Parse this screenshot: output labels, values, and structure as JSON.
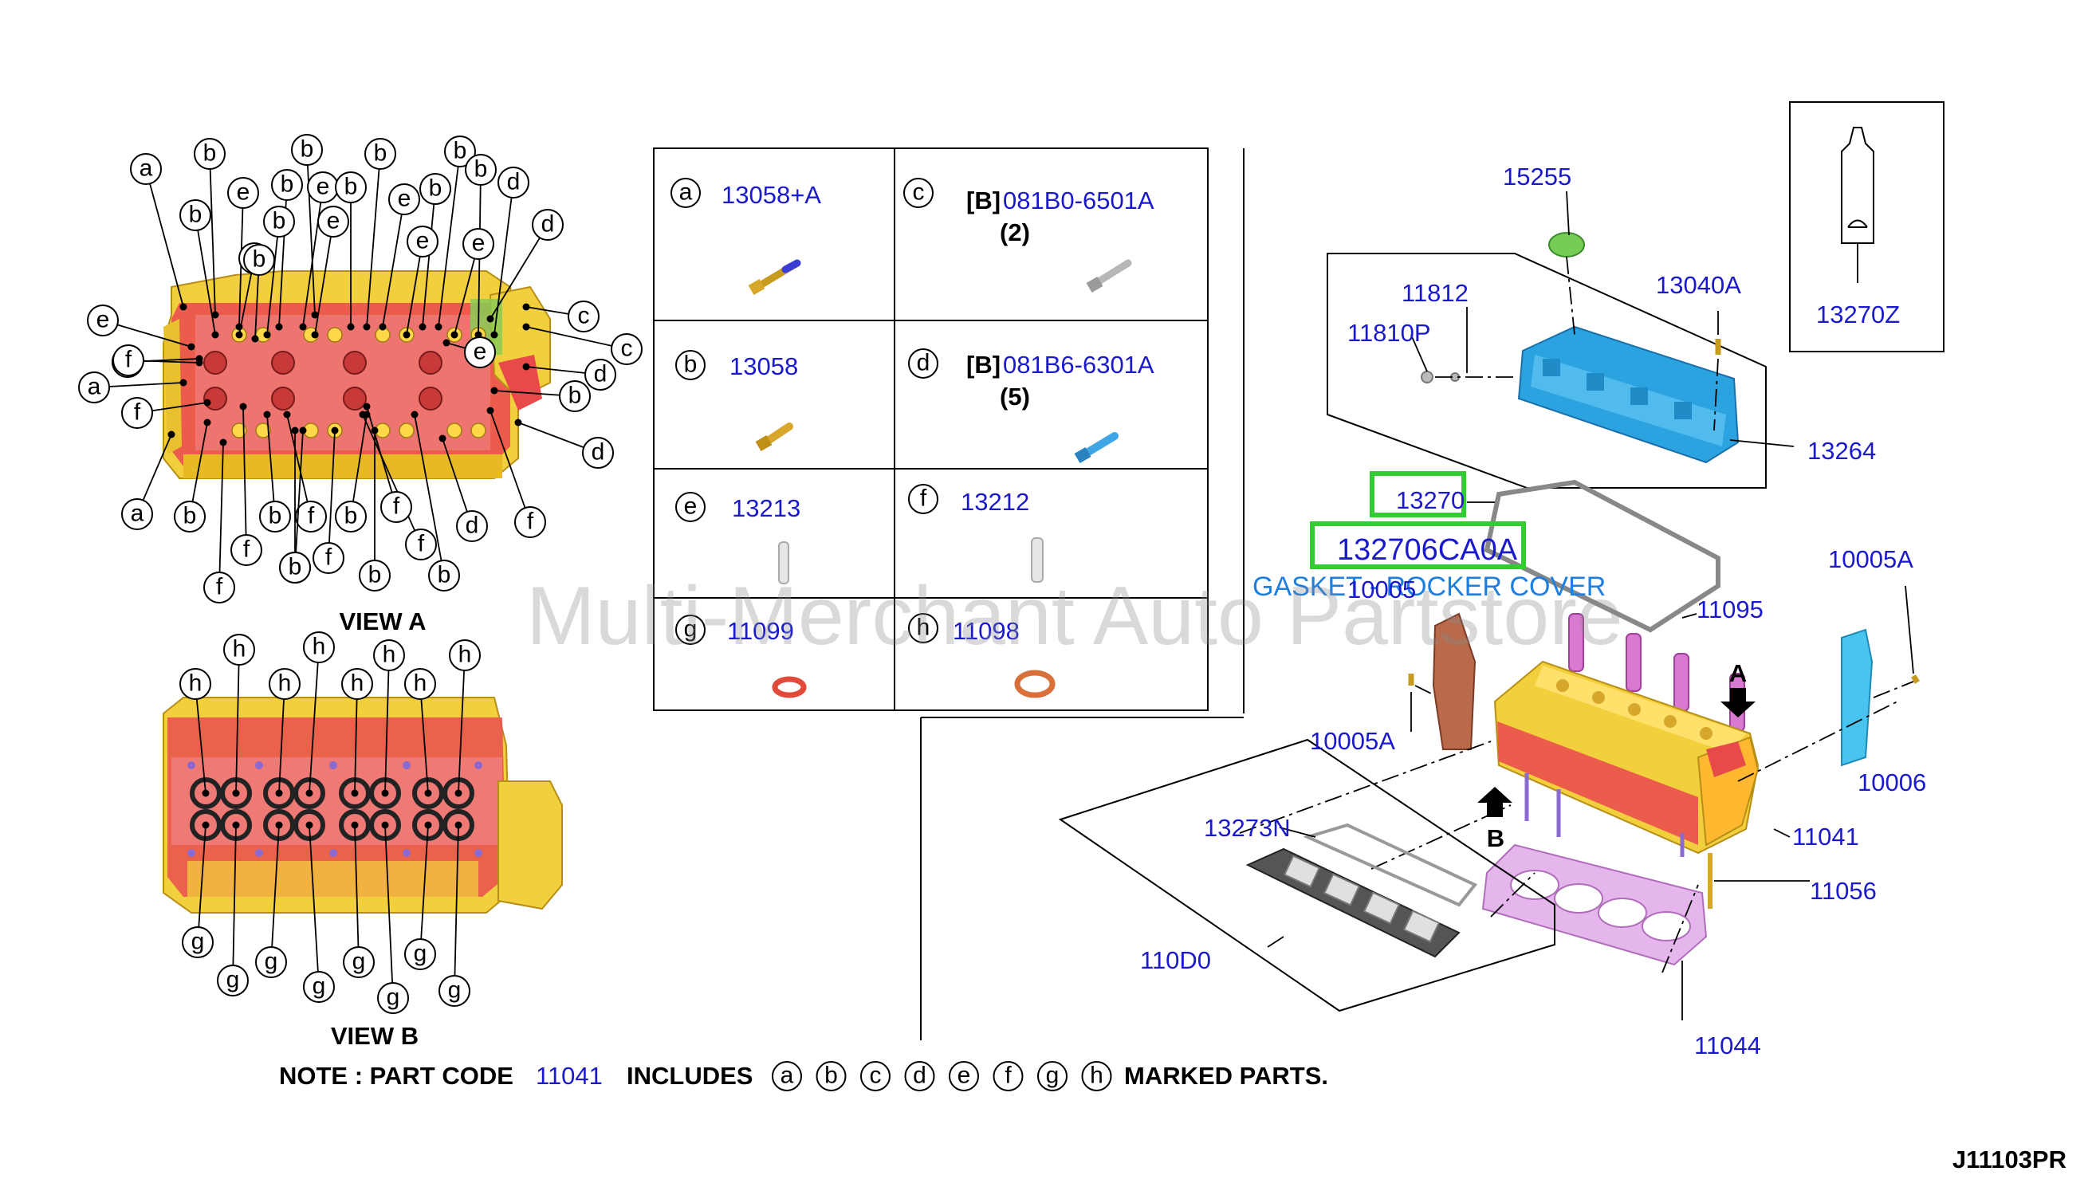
{
  "watermark": "Multi-Merchant Auto Partstore",
  "diagram_code": "J11103PR",
  "views": {
    "view_a": "VIEW A",
    "view_b": "VIEW B"
  },
  "note": {
    "prefix": "NOTE : PART CODE",
    "part_code": "11041",
    "includes": "INCLUDES",
    "letters": [
      "a",
      "b",
      "c",
      "d",
      "e",
      "f",
      "g",
      "h"
    ],
    "suffix": "MARKED PARTS."
  },
  "legend_table": {
    "cells": [
      {
        "letter": "a",
        "prefix": "",
        "part": "13058+A",
        "qty": ""
      },
      {
        "letter": "c",
        "prefix": "[B]",
        "part": "081B0-6501A",
        "qty": "(2)"
      },
      {
        "letter": "b",
        "prefix": "",
        "part": "13058",
        "qty": ""
      },
      {
        "letter": "d",
        "prefix": "[B]",
        "part": "081B6-6301A",
        "qty": "(5)"
      },
      {
        "letter": "e",
        "prefix": "",
        "part": "13213",
        "qty": ""
      },
      {
        "letter": "f",
        "prefix": "",
        "part": "13212",
        "qty": ""
      },
      {
        "letter": "g",
        "prefix": "",
        "part": "11099",
        "qty": ""
      },
      {
        "letter": "h",
        "prefix": "",
        "part": "11098",
        "qty": ""
      }
    ]
  },
  "parts": {
    "p15255": "15255",
    "p11812": "11812",
    "p11810P": "11810P",
    "p13040A": "13040A",
    "p13270Z": "13270Z",
    "p13264": "13264",
    "p13270": "13270",
    "p132706CA0A": "132706CA0A",
    "gasket_desc": "GASKET - ROCKER COVER",
    "p10005": "10005",
    "p10005A_right": "10005A",
    "p11095": "11095",
    "p10005A_left": "10005A",
    "p10006": "10006",
    "p13273N": "13273N",
    "p11041": "11041",
    "p11056": "11056",
    "p110D0": "110D0",
    "p11044": "11044"
  },
  "arrows": {
    "a": "A",
    "b": "B"
  },
  "view_a_callouts": [
    "a",
    "b",
    "b",
    "e",
    "e",
    "b",
    "b",
    "b",
    "b",
    "b",
    "e",
    "b",
    "e",
    "b",
    "b",
    "e",
    "d",
    "e",
    "b",
    "e",
    "e",
    "e",
    "e",
    "e",
    "d",
    "c",
    "c",
    "f",
    "a",
    "d",
    "b",
    "f",
    "d",
    "a",
    "b",
    "b",
    "f",
    "f",
    "b",
    "f",
    "f",
    "d",
    "f",
    "b",
    "f",
    "b",
    "f",
    "b",
    "b"
  ],
  "view_b_callouts": [
    "h",
    "h",
    "h",
    "h",
    "h",
    "h",
    "h",
    "h",
    "g",
    "g",
    "g",
    "g",
    "g",
    "g",
    "g",
    "g"
  ],
  "colors": {
    "part_number": "#1a1acc",
    "highlight_box": "#33cc33",
    "gasket_desc": "#1f7fe0",
    "engine_yellow": "#f2cf3c",
    "engine_red": "#ea4f4f",
    "engine_pink": "#f07f7f",
    "cover_blue": "#2aa3e0",
    "gasket_pink": "#d9a0e0"
  }
}
